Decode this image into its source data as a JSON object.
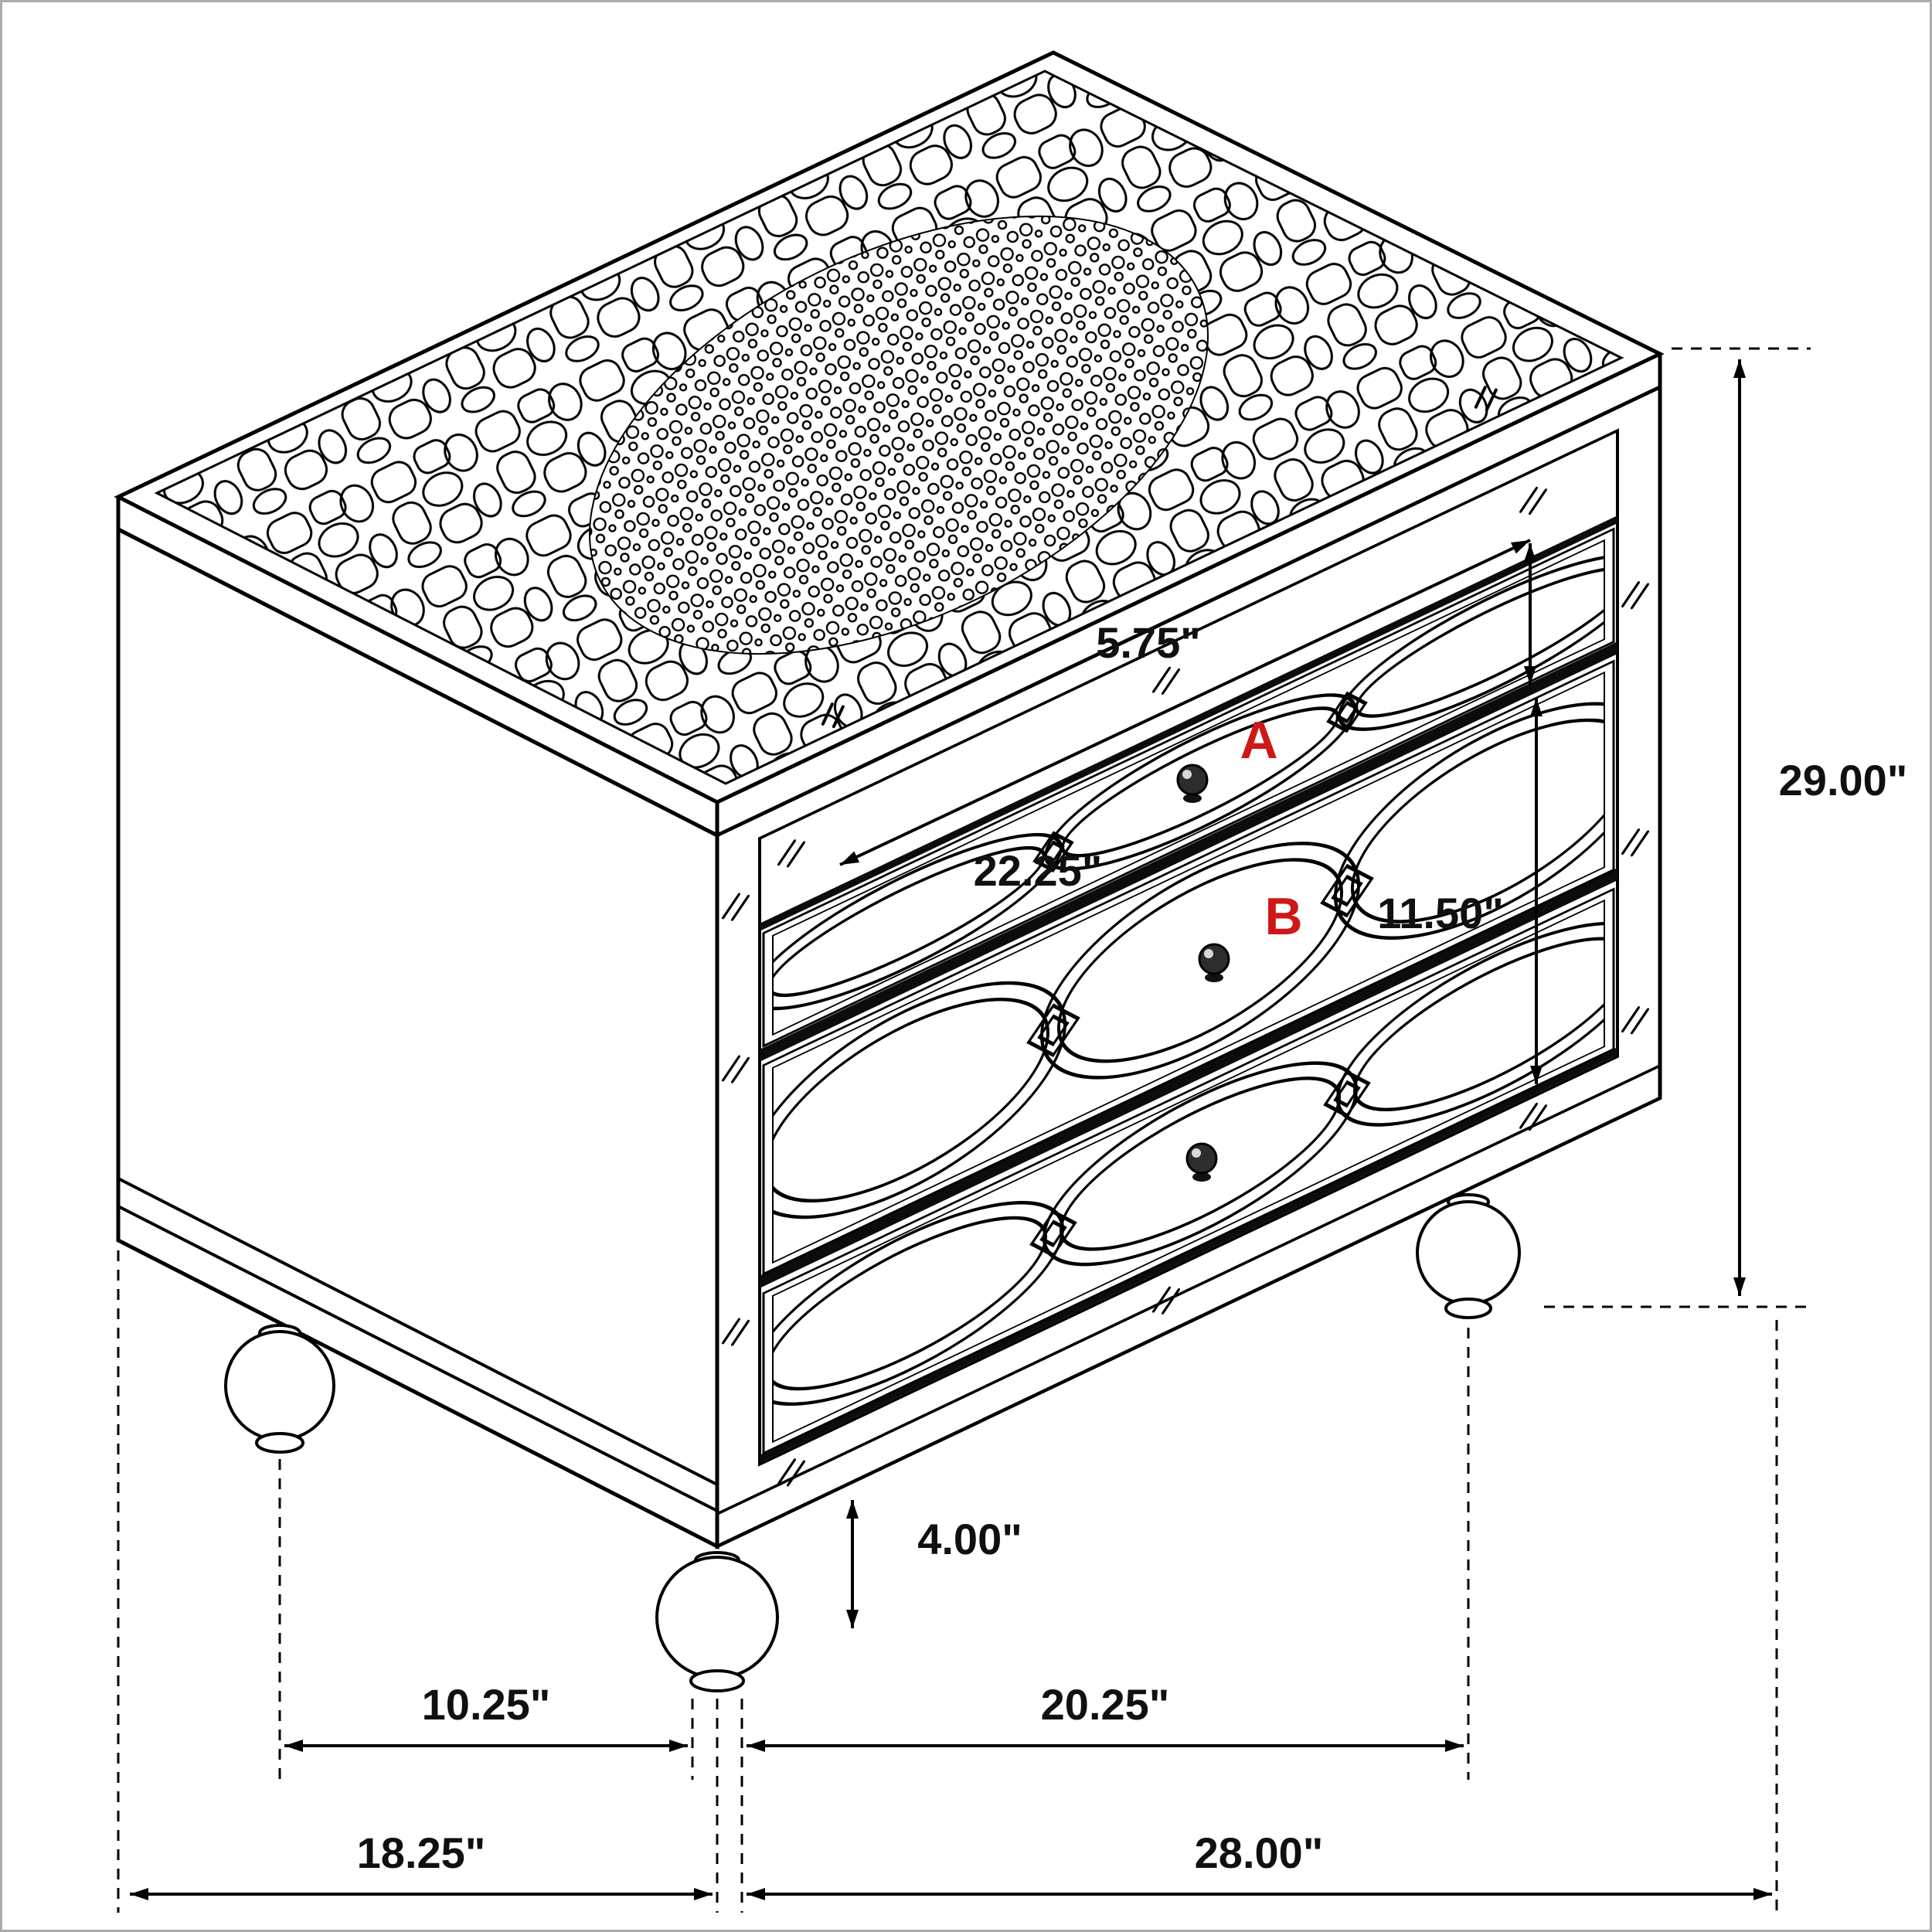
{
  "page": {
    "background": "#ffffff",
    "border_color": "#ababab"
  },
  "diagram": {
    "type": "isometric-furniture-dimension-drawing",
    "subject": "mirrored three-drawer nightstand with crocodile-textured top and bun feet",
    "line_color": "#000000",
    "accent_color": "#cf1717",
    "callouts": {
      "a": "A",
      "b": "B"
    },
    "dims": {
      "top_drawer_height": "5.75\"",
      "overall_height": "29.00\"",
      "drawer_interior_width": "22.25\"",
      "lower_drawer_height": "11.50\"",
      "leg_height": "4.00\"",
      "leg_spacing_depth": "10.25\"",
      "leg_spacing_width": "20.25\"",
      "overall_depth": "18.25\"",
      "overall_width": "28.00\""
    }
  }
}
